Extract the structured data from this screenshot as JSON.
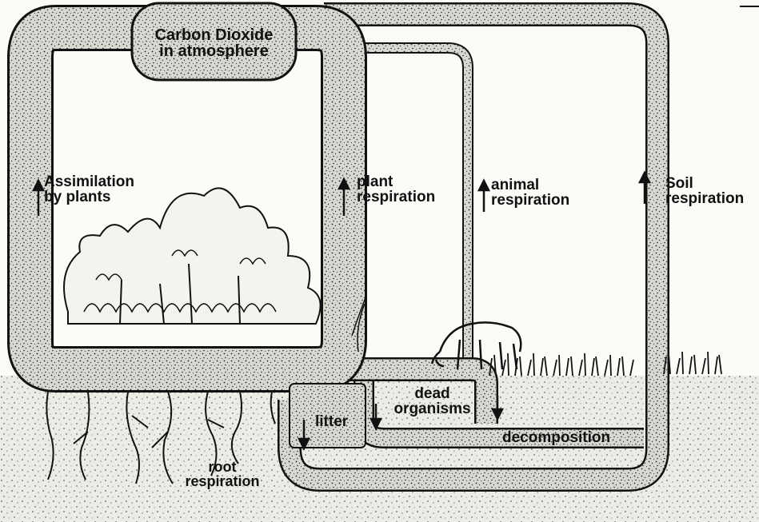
{
  "labels": {
    "co2": [
      "Carbon Dioxide",
      "in atmosphere"
    ],
    "assimilation": [
      "Assimilation",
      "by plants"
    ],
    "plant_respiration": [
      "plant",
      "respiration"
    ],
    "animal_respiration": [
      "animal",
      "respiration"
    ],
    "soil_respiration": [
      "Soil",
      "respiration"
    ],
    "dead_organisms": [
      "dead",
      "organisms"
    ],
    "litter": "litter",
    "decomposition": "decomposition",
    "root_respiration": [
      "root",
      "respiration"
    ]
  },
  "colors": {
    "ink": "#111111",
    "stipple_fill": "#cfcfca",
    "paper": "#fbfbf8",
    "soil": "#dcdcd6"
  },
  "icons": [
    "tree-icon",
    "animal-icon",
    "grass-icon",
    "roots-icon",
    "arrow-up-icon",
    "arrow-down-icon"
  ]
}
